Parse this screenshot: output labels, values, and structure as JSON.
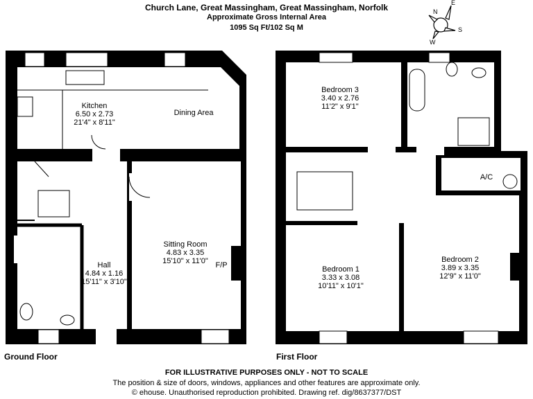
{
  "header": {
    "address": "Church Lane, Great Massingham, Great Massingham, Norfolk",
    "area_title": "Approximate Gross Internal Area",
    "area": "1095 Sq Ft/102 Sq M"
  },
  "compass": {
    "n": "N",
    "e": "E",
    "s": "S",
    "w": "W"
  },
  "ground_floor": {
    "label": "Ground Floor",
    "kitchen": {
      "name": "Kitchen",
      "metric": "6.50 x 2.73",
      "imperial": "21'4\" x 8'11\""
    },
    "dining": {
      "name": "Dining Area"
    },
    "sitting": {
      "name": "Sitting Room",
      "metric": "4.83 x 3.35",
      "imperial": "15'10\" x 11'0\""
    },
    "fp": "F/P",
    "hall": {
      "name": "Hall",
      "metric": "4.84 x 1.16",
      "imperial": "15'11\" x 3'10\""
    }
  },
  "first_floor": {
    "label": "First Floor",
    "bedroom3": {
      "name": "Bedroom 3",
      "metric": "3.40 x 2.76",
      "imperial": "11'2\" x 9'1\""
    },
    "bedroom1": {
      "name": "Bedroom 1",
      "metric": "3.33 x 3.08",
      "imperial": "10'11\" x 10'1\""
    },
    "bedroom2": {
      "name": "Bedroom 2",
      "metric": "3.89 x 3.35",
      "imperial": "12'9\" x 11'0\""
    },
    "ac": "A/C"
  },
  "footer": {
    "disclaimer": "FOR ILLUSTRATIVE PURPOSES ONLY - NOT TO SCALE",
    "note": "The position & size of doors, windows, appliances and other features are approximate only.",
    "copyright": "© ehouse. Unauthorised reproduction prohibited. Drawing ref. dig/8637377/DST"
  }
}
